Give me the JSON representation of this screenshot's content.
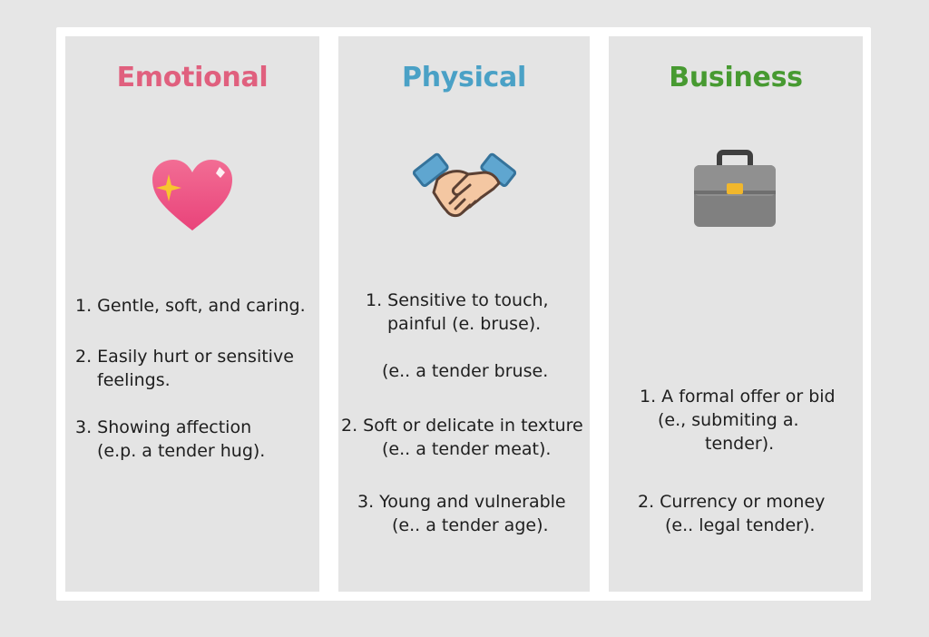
{
  "colors": {
    "emotional": "#e0607e",
    "physical": "#4aa1c6",
    "business": "#479a31",
    "panel": "#e4e4e4",
    "frame": "#ffffff",
    "background": "#e6e6e6"
  },
  "columns": {
    "emotional": {
      "title": "Emotional",
      "icon": "sparkling-heart-icon",
      "items": [
        {
          "l1": "1. Gentle, soft, and caring."
        },
        {
          "l1": "2. Easily hurt or sensitive",
          "l2": "feelings."
        },
        {
          "l1": "3. Showing affection",
          "l2": "(e.p. a tender hug)."
        }
      ]
    },
    "physical": {
      "title": "Physical",
      "icon": "handshake-icon",
      "items": [
        {
          "l1": "1. Sensitive to touch,",
          "l2": "painful (e. bruse)."
        },
        {
          "l1": "(e.. a tender bruse."
        },
        {
          "l1": "2. Soft or delicate in texture",
          "l2": "(e.. a tender meat)."
        },
        {
          "l1": "3. Young and vulnerable",
          "l2": "(e.. a tender age)."
        }
      ]
    },
    "business": {
      "title": "Business",
      "icon": "briefcase-icon",
      "items": [
        {
          "l1": "1. A formal offer or bid",
          "l2": "(e., submiting a.",
          "l3": "tender)."
        },
        {
          "l1": "2. Currency or money",
          "l2": "(e.. legal tender)."
        }
      ]
    }
  }
}
